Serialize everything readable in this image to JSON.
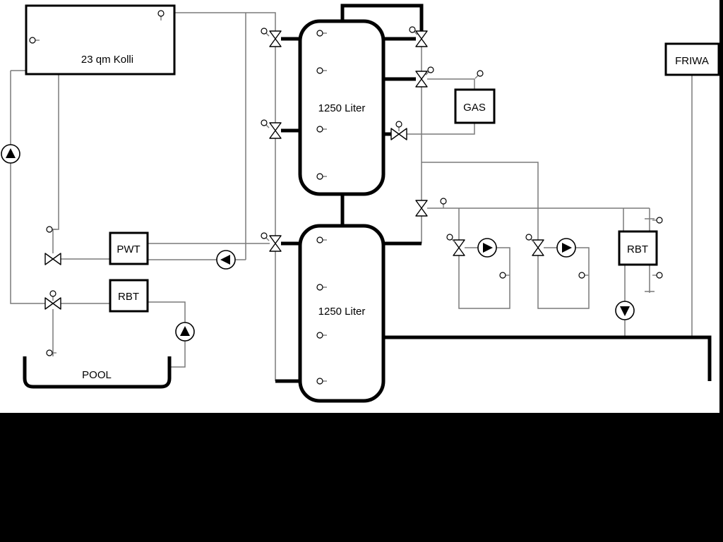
{
  "diagram": {
    "boxes": {
      "collector": "23 qm Kolli",
      "buffer_tank_top": "1250 Liter",
      "buffer_tank_bottom": "1250 Liter",
      "pwt": "PWT",
      "rbt_left": "RBT",
      "gas": "GAS",
      "friwa": "FRIWA",
      "rbt_right": "RBT",
      "pool": "POOL"
    },
    "colors": {
      "background": "#ffffff",
      "pipe_thin": "#7a7a7a",
      "pipe_thick": "#000000",
      "component_stroke": "#000000",
      "pump_fill": "#000000",
      "mask": "#000000"
    },
    "components": {
      "pumps": [
        {
          "name": "solar-pump",
          "direction": "up"
        },
        {
          "name": "loading-pump",
          "direction": "left"
        },
        {
          "name": "heating-circuit-pump-1",
          "direction": "right"
        },
        {
          "name": "heating-circuit-pump-2",
          "direction": "right"
        },
        {
          "name": "pool-pump",
          "direction": "up"
        },
        {
          "name": "return-pump",
          "direction": "down"
        }
      ],
      "three_way_valves": 11,
      "sensors": 27
    }
  }
}
